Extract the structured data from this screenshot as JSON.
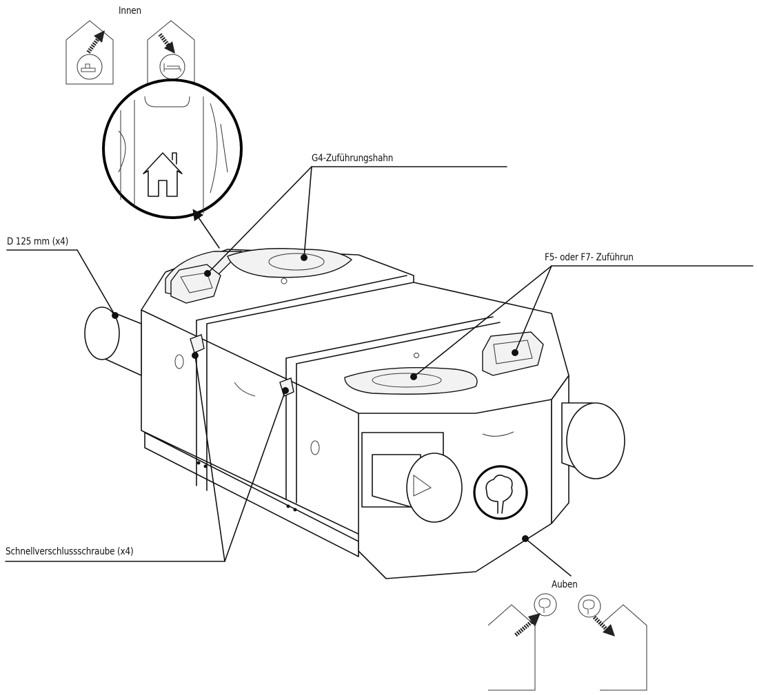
{
  "labels": {
    "innen": "Innen",
    "g4": "G4-Zuführungshahn",
    "d125": "D 125 mm (x4)",
    "f5f7": "F5- oder F7- Zuführun",
    "schnell": "Schnellverschlussschraube (x4)",
    "auben": "Auben"
  },
  "icons": {
    "indoor_extract": "house-bath-arrow-icon",
    "indoor_supply": "house-bed-arrow-icon",
    "outdoor_intake": "house-tree-arrow-in-icon",
    "outdoor_exhaust": "house-tree-arrow-out-icon"
  },
  "colors": {
    "line": "#111111",
    "background": "#ffffff",
    "arrow": "#222222"
  }
}
